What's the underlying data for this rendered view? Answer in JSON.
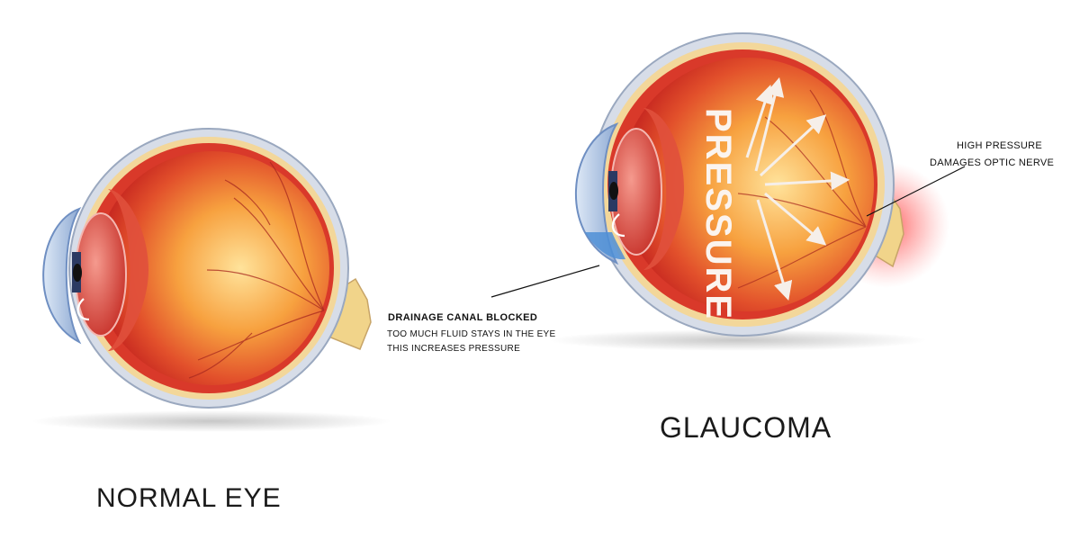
{
  "labels": {
    "normal_eye": "NORMAL EYE",
    "glaucoma": "GLAUCOMA",
    "pressure": "PRESSURE",
    "drainage_title": "DRAINAGE CANAL BLOCKED",
    "drainage_line1": "TOO MUCH FLUID STAYS IN THE EYE",
    "drainage_line2": "THIS INCREASES PRESSURE",
    "high_pressure_line1": "HIGH PRESSURE",
    "high_pressure_line2": "DAMAGES  OPTIC NERVE"
  },
  "colors": {
    "sclera": "#f3d79a",
    "choroid": "#d9392a",
    "vitreous_center": "#ffd27a",
    "cornea": "#9ab7dc",
    "lens": "#e45a52",
    "optic_nerve": "#f1d48a",
    "blocked_canal": "#4f8fd6",
    "damage_glow": "#ff3b3b"
  }
}
